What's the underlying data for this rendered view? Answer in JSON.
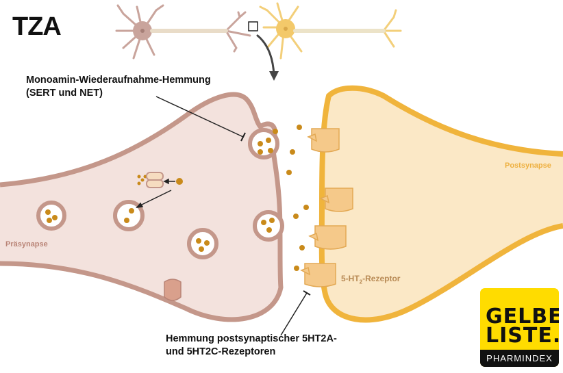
{
  "title": "TZA",
  "annotations": {
    "reuptake_line1": "Monoamin-Wiederaufnahme-Hemmung",
    "reuptake_line2": "(SERT und NET)",
    "receptor_block_line1": "Hemmung postsynaptischer 5HT2A-",
    "receptor_block_line2": "und 5HT2C-Rezeptoren"
  },
  "labels": {
    "presynapse": "Präsynapse",
    "postsynapse": "Postsynapse",
    "receptor_prefix": "5-HT",
    "receptor_sub": "2",
    "receptor_suffix": "-Rezeptor"
  },
  "logo": {
    "line1": "GELBE",
    "line2": "LISTE.",
    "sub": "PHARMINDEX"
  },
  "colors": {
    "pre_fill": "#f3e2dd",
    "pre_stroke": "#c4978a",
    "post_fill": "#fbe8c6",
    "post_stroke": "#f0b43c",
    "neuro": "#c98a1a"
  }
}
